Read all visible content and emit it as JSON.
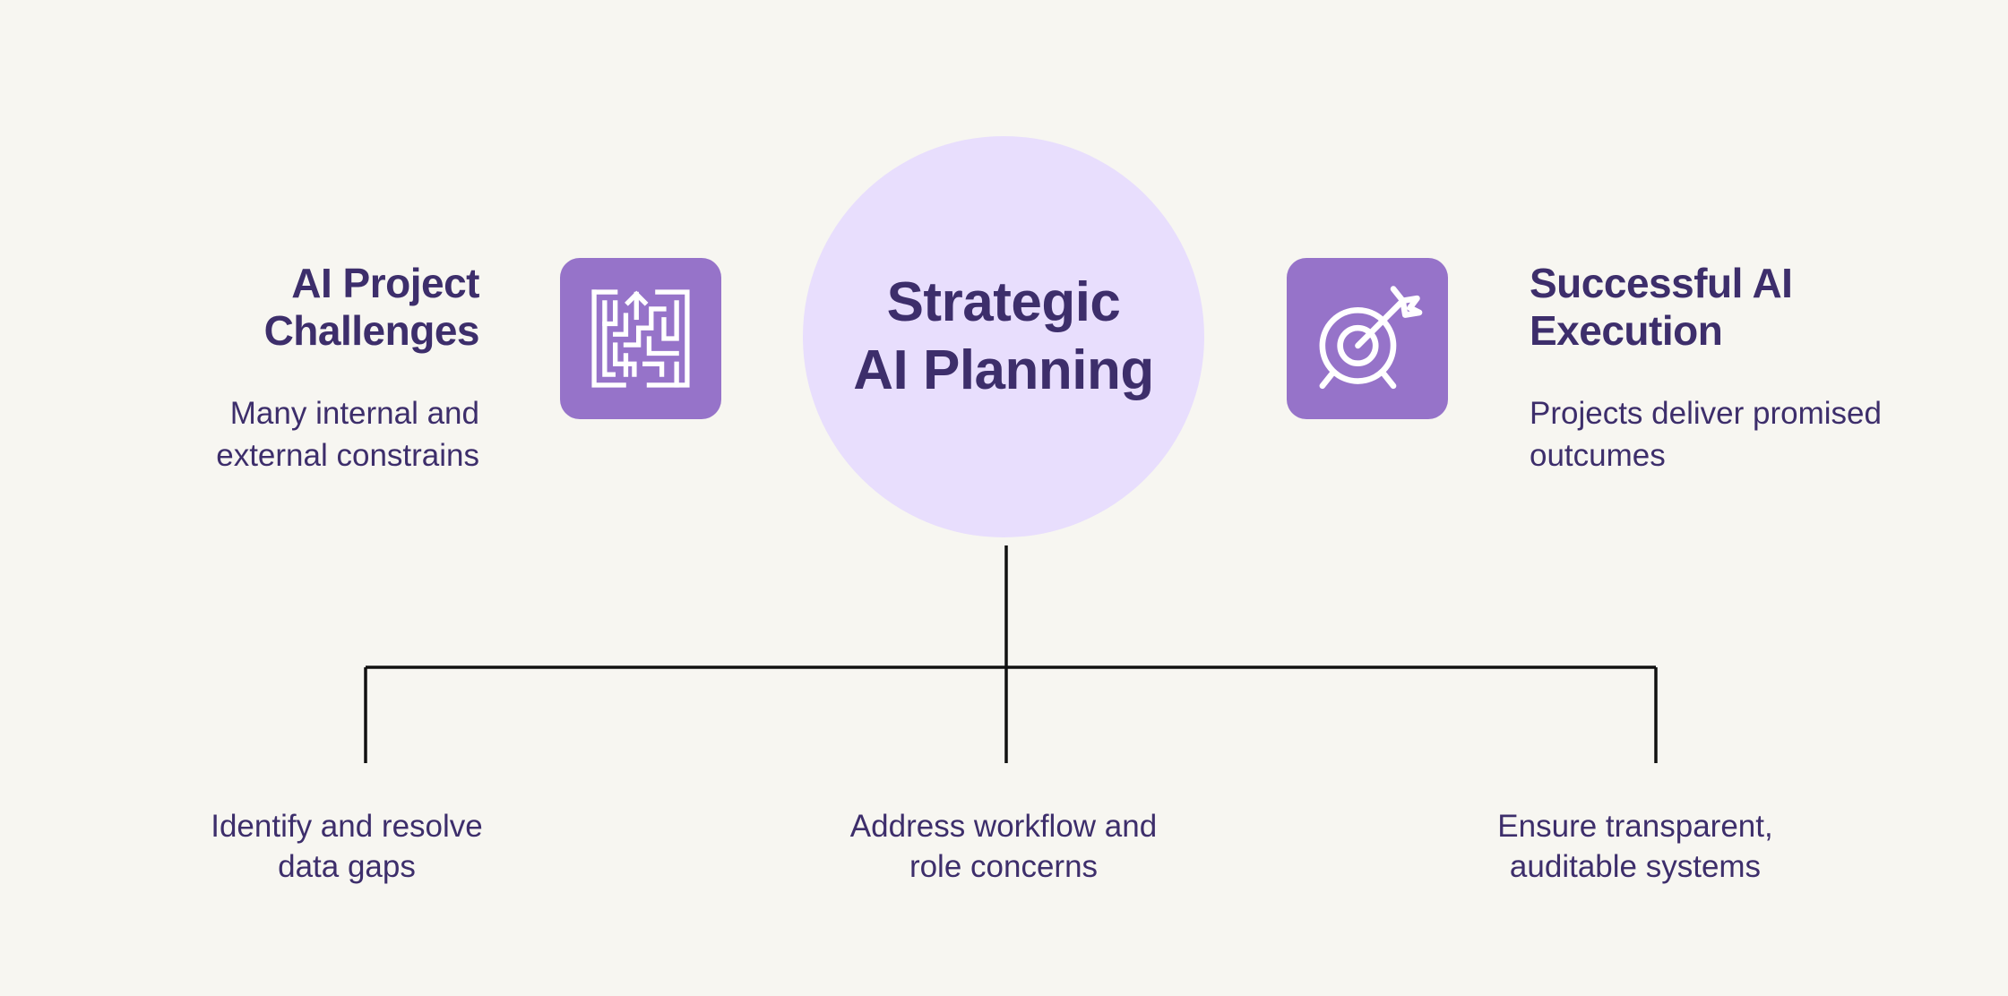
{
  "center": {
    "title": "Strategic\nAI Planning"
  },
  "left": {
    "title": "AI Project\nChallenges",
    "description": "Many internal and\nexternal constrains",
    "icon": "maze-icon"
  },
  "right": {
    "title": "Successful AI\nExecution",
    "description": "Projects deliver promised\noutcumes",
    "icon": "target-arrow-icon"
  },
  "branches": [
    {
      "label": "Identify and resolve\ndata gaps"
    },
    {
      "label": "Address workflow and\nrole concerns"
    },
    {
      "label": "Ensure transparent,\nauditable systems"
    }
  ],
  "colors": {
    "background": "#f7f6f1",
    "text": "#3d2e6b",
    "icon_tile": "#9673c9",
    "center_circle": "#e8defd",
    "connector": "#111111"
  }
}
